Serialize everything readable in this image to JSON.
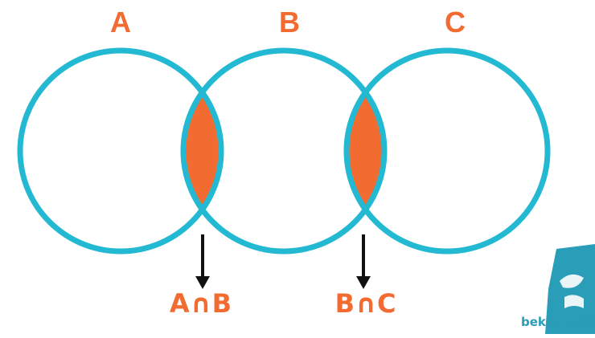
{
  "diagram": {
    "sets": [
      {
        "label": "A"
      },
      {
        "label": "B"
      },
      {
        "label": "C"
      }
    ],
    "intersections": [
      {
        "label": "A∩B"
      },
      {
        "label": "B∩C"
      }
    ]
  },
  "watermark": {
    "text": "bekhun.com"
  },
  "colors": {
    "circle_stroke": "#24b9d2",
    "intersection_fill": "#f26b30",
    "label": "#f26b30",
    "arrow": "#111111",
    "watermark": "#2a9db8"
  }
}
